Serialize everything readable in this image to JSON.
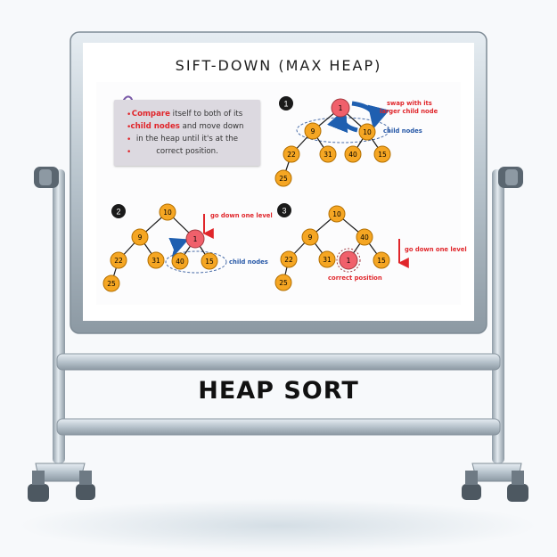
{
  "board": {
    "title": "SIFT-DOWN (MAX HEAP)"
  },
  "banner": {
    "text": "HEAP SORT"
  },
  "note": {
    "word_compare": "Compare",
    "line1_rest": " itself to both of its",
    "word_child_nodes": "child nodes",
    "line2_rest": " and move down",
    "line3": "in the heap until it's at the",
    "line4": "correct position."
  },
  "steps": [
    {
      "number": "1",
      "annotation_top": "swap with its",
      "annotation_bottom": "larger child node",
      "annotation_child": "child nodes",
      "nodes": [
        "1",
        "9",
        "10",
        "22",
        "31",
        "40",
        "15",
        "25"
      ]
    },
    {
      "number": "2",
      "annotation": "go down one level",
      "annotation_child": "child nodes",
      "nodes": [
        "10",
        "9",
        "1",
        "22",
        "31",
        "40",
        "15",
        "25"
      ]
    },
    {
      "number": "3",
      "annotation": "go down one level",
      "annotation_bottom": "correct position",
      "nodes": [
        "10",
        "9",
        "40",
        "22",
        "31",
        "1",
        "15",
        "25"
      ]
    }
  ],
  "colors": {
    "node_fill": "#f5a623",
    "node_stroke": "#b36f00",
    "highlight_fill": "#f0606b",
    "annotation_red": "#e0262b",
    "annotation_blue": "#2456a6",
    "swap_arrow": "#1f5fb0"
  }
}
